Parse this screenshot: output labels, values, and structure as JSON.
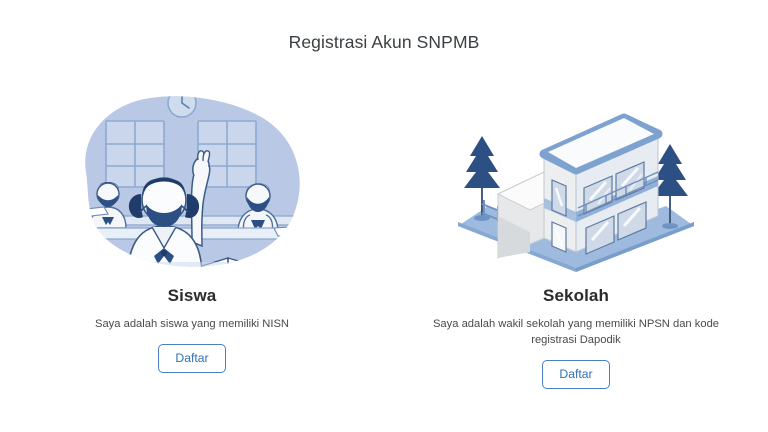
{
  "page": {
    "title": "Registrasi Akun SNPMB",
    "background_color": "#ffffff",
    "title_color": "#3c4043"
  },
  "theme": {
    "accent_blue": "#2f6fb5",
    "border_blue": "#4a7fc1",
    "illustration_light_blue": "#b8c8e4",
    "illustration_mid_blue": "#8fb0d8",
    "illustration_dark_blue": "#2c4f84",
    "illustration_gray": "#e8eaec"
  },
  "cards": [
    {
      "id": "siswa",
      "illustration_name": "classroom-students-illustration",
      "illustration_alt": "Three masked students in a classroom, one girl raising her hand, desks, windows and a wall clock",
      "title": "Siswa",
      "description": "Saya adalah siswa yang memiliki NISN",
      "button_label": "Daftar"
    },
    {
      "id": "sekolah",
      "illustration_name": "school-building-illustration",
      "illustration_alt": "Isometric two-storey school building with trees, a fence and a blue ground platform",
      "title": "Sekolah",
      "description": "Saya adalah wakil sekolah yang memiliki NPSN dan kode registrasi Dapodik",
      "button_label": "Daftar"
    }
  ]
}
